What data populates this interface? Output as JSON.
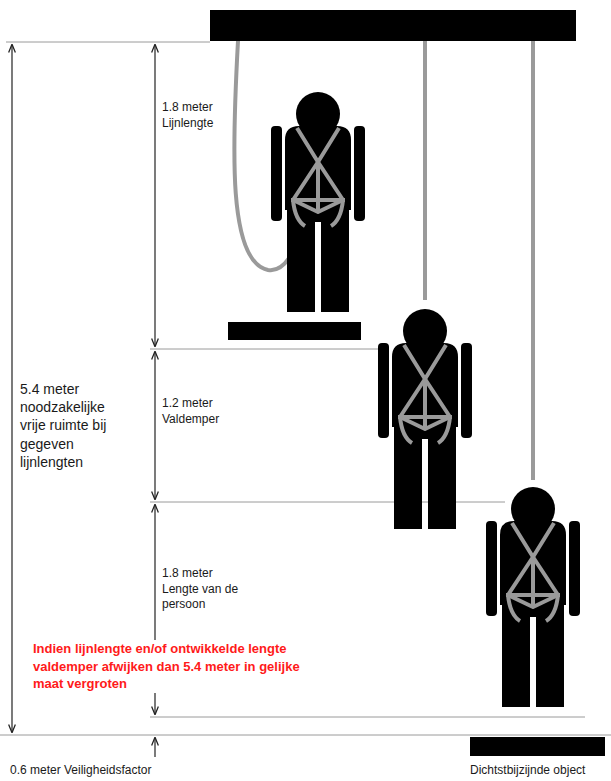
{
  "diagram": {
    "labels": [
      "1.8 meter Lijnlengte",
      "1.2 meter Valdemper",
      "1.8 meter Lengte van de persoon",
      "5.4 meter noodzakelijke vrije ruimte bij gegeven lijnlengten",
      "Indien lijnlengte en/of ontwikkelde lengte valdemper afwijken dan 5.4 meter in gelijke maat vergroten",
      "0.6 meter Veiligheidsfactor",
      "Dichtstbijzijnde object"
    ]
  }
}
